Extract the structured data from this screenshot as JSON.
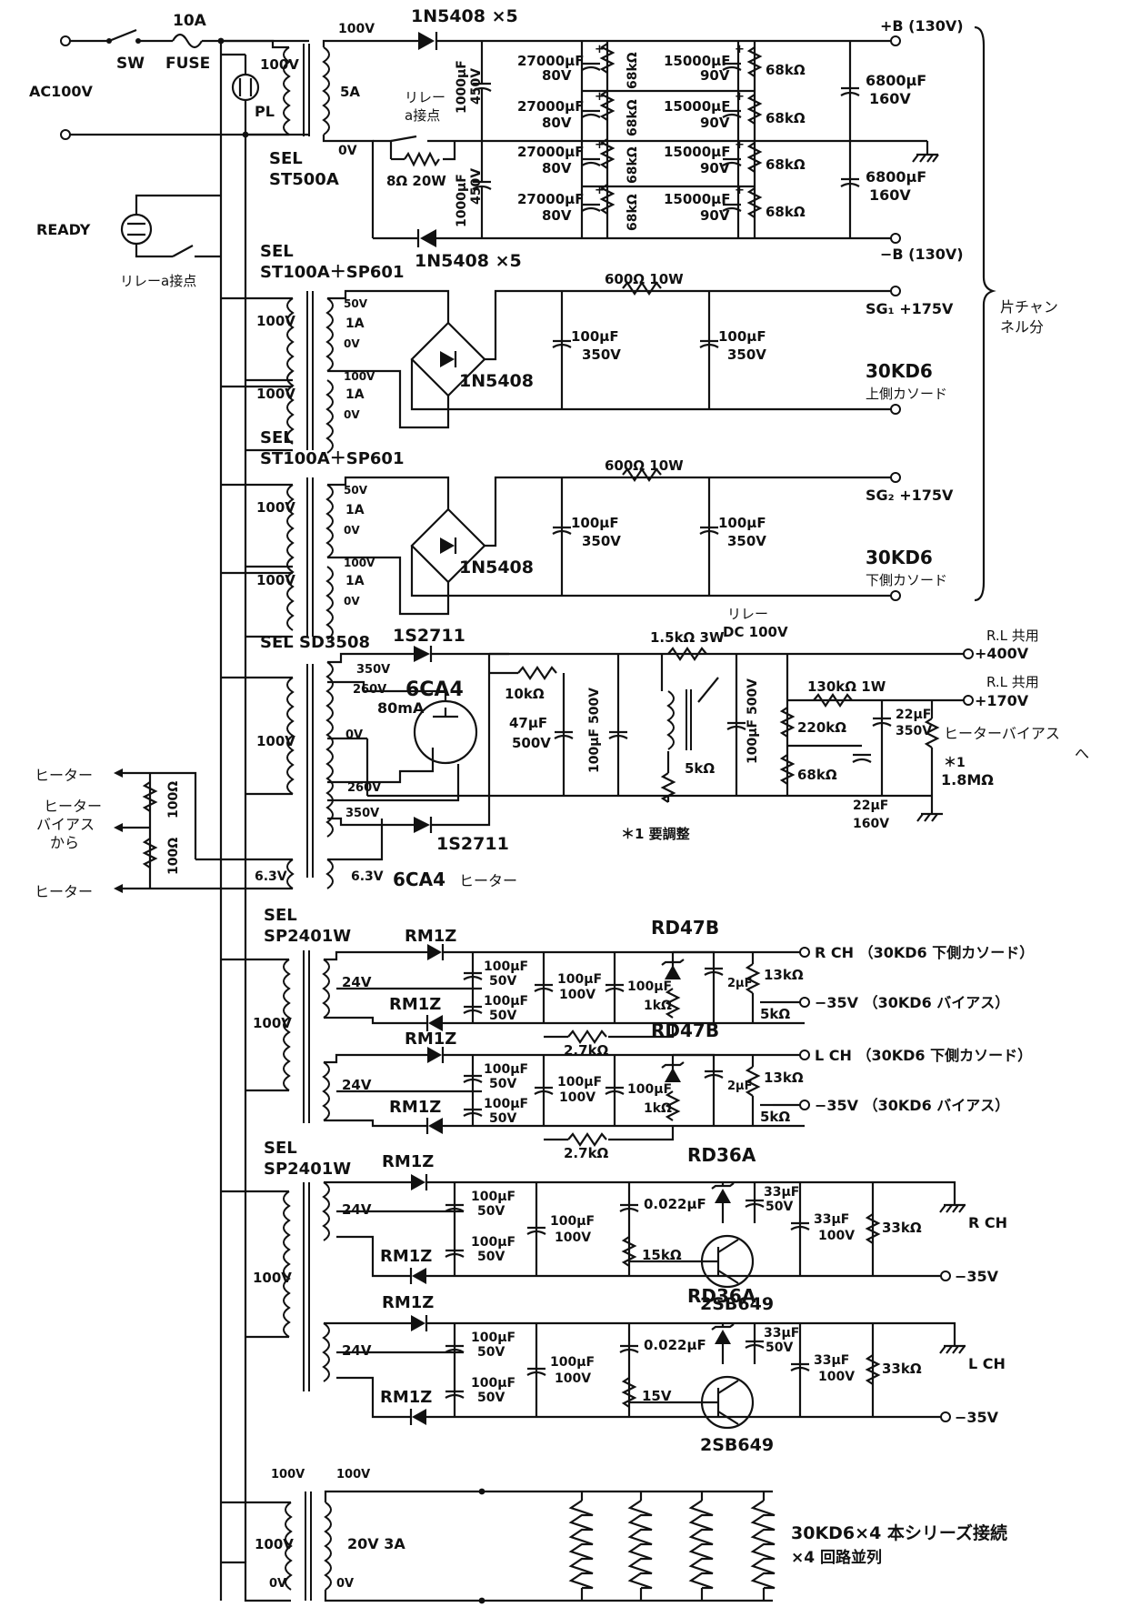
{
  "labels": {
    "sw": "SW",
    "fuse_rating": "10A",
    "fuse": "FUSE",
    "ac_in": "AC100V",
    "pl": "PL",
    "ready": "READY",
    "relay_a_contact": "リレーa接点",
    "relay_a_contact_b": "リレー",
    "relay_a_contact_b2": "a接点",
    "xf_main_name": "SEL",
    "xf_main_model": "ST500A",
    "v100": "100V",
    "v0": "0V",
    "a5": "5A",
    "r8": "8Ω 20W",
    "diode_top": "1N5408 ×5",
    "diode_bot": "1N5408 ×5",
    "c1000": "1000μF",
    "c450": "450V",
    "c27000": "27000μF",
    "v80": "80V",
    "r68k": "68kΩ",
    "c15000": "15000μF",
    "v90": "90V",
    "c6800": "6800μF",
    "v160": "160V",
    "out_pB": "+B (130V)",
    "out_mB": "−B (130V)",
    "one_channel": "片チャン\nネル分",
    "xf_sg_a": "SEL",
    "xf_sg_b": "ST100A＋SP601",
    "v50": "50V",
    "a1": "1A",
    "bridge": "1N5408",
    "r600": "600Ω 10W",
    "c100": "100μF",
    "v350": "350V",
    "out_sg1": "SG₁ +175V",
    "out_sg2": "SG₂ +175V",
    "tube": "30KD6",
    "upper_cathode": "上側カソード",
    "lower_cathode": "下側カソード",
    "xf_hv": "SEL SD3508",
    "v260": "260V",
    "ma80": "80mA",
    "d1s": "1S2711",
    "rect_tube": "6CA4",
    "r10k": "10kΩ",
    "c47": "47μF",
    "v500": "500V",
    "c100_500": "100μF 500V",
    "relay_dc": "リレー",
    "relay_dc2": "DC 100V",
    "r1k5": "1.5kΩ 3W",
    "r5k": "5kΩ",
    "r130k": "130kΩ 1W",
    "r220k": "220kΩ",
    "c22": "22μF",
    "r1m8": "1.8MΩ",
    "adj_mark": "＊1",
    "adj_note": "＊1 要調整",
    "rl_common": "R.L 共用",
    "out_400": "+400V",
    "out_170": "+170V",
    "heater_bias_to": "ヒーターバイアス",
    "heater_bias_to2": "へ",
    "heater": "ヒーター",
    "heater_bias_from": "ヒーター",
    "heater_bias_from2": "バイアス",
    "heater_bias_from3": "から",
    "r100": "100Ω",
    "v6_3": "6.3V",
    "heater_6ca4": "6CA4",
    "heater_6ca4b": "ヒーター",
    "xf_sp": "SEL",
    "xf_sp_model": "SP2401W",
    "v24": "24V",
    "rm1z": "RM1Z",
    "c100_50": "100μF",
    "v50b": "50V",
    "v100b": "100V",
    "c100b": "100μF",
    "rd47b": "RD47B",
    "r2k7": "2.7kΩ",
    "r1k": "1kΩ",
    "c2": "2μF",
    "r13k": "13kΩ",
    "r5kb": "5kΩ",
    "out_rch_cath": "R CH （30KD6 下側カソード）",
    "out_rch_bias": "−35V （30KD6 バイアス）",
    "out_lch_cath": "L CH （30KD6 下側カソード）",
    "out_lch_bias": "−35V （30KD6 バイアス）",
    "rd36a": "RD36A",
    "c0022": "0.022μF",
    "r15k": "15kΩ",
    "r15": "15V",
    "c33": "33μF",
    "r33k": "33kΩ",
    "tr": "2SB649",
    "rch": "R CH",
    "lch": "L CH",
    "m35": "−35V",
    "v20_3a": "20V 3A",
    "heater_note": "30KD6×4 本シリーズ接続",
    "heater_note2": "×4 回路並列"
  }
}
